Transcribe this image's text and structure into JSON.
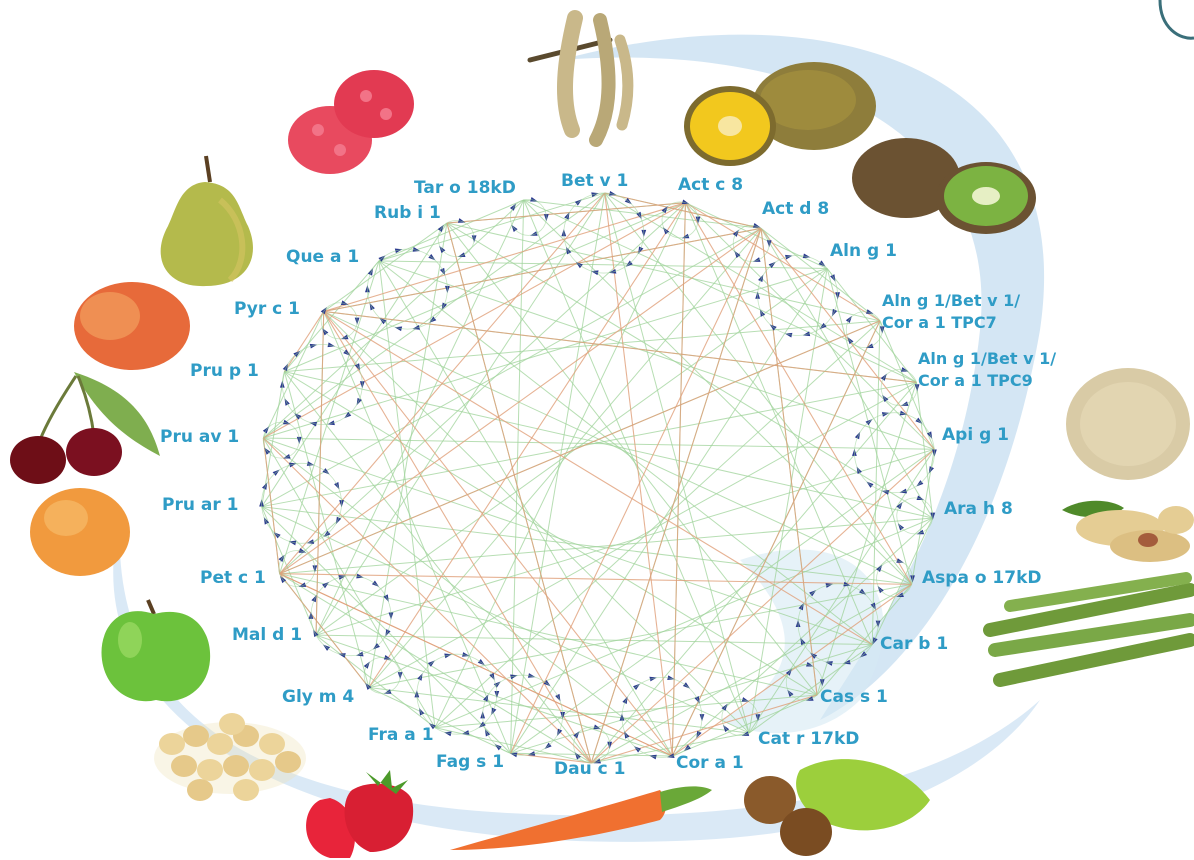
{
  "colors": {
    "label": "#2f9cc6",
    "edge_green": "#9fd39a",
    "edge_red": "#e0a07a",
    "arrow": "#2b3a8f",
    "swoosh": "#cfe3f3"
  },
  "nodes": [
    {
      "id": "bet-v-1",
      "label": "Bet v 1"
    },
    {
      "id": "act-c-8",
      "label": "Act c 8"
    },
    {
      "id": "act-d-8",
      "label": "Act d 8"
    },
    {
      "id": "aln-g-1",
      "label": "Aln g 1"
    },
    {
      "id": "aln-tpc7",
      "label": "Aln g 1/Bet v 1/\nCor a 1 TPC7"
    },
    {
      "id": "aln-tpc9",
      "label": "Aln g 1/Bet v 1/\nCor a 1 TPC9"
    },
    {
      "id": "api-g-1",
      "label": "Api g 1"
    },
    {
      "id": "ara-h-8",
      "label": "Ara h 8"
    },
    {
      "id": "aspa-o-17kd",
      "label": "Aspa o 17kD"
    },
    {
      "id": "car-b-1",
      "label": "Car b 1"
    },
    {
      "id": "cas-s-1",
      "label": "Cas s 1"
    },
    {
      "id": "cat-r-17kd",
      "label": "Cat r 17kD"
    },
    {
      "id": "cor-a-1",
      "label": "Cor a 1"
    },
    {
      "id": "dau-c-1",
      "label": "Dau c 1"
    },
    {
      "id": "fag-s-1",
      "label": "Fag s 1"
    },
    {
      "id": "fra-a-1",
      "label": "Fra a 1"
    },
    {
      "id": "gly-m-4",
      "label": "Gly m 4"
    },
    {
      "id": "mal-d-1",
      "label": "Mal d 1"
    },
    {
      "id": "pet-c-1",
      "label": "Pet c 1"
    },
    {
      "id": "pru-ar-1",
      "label": "Pru ar 1"
    },
    {
      "id": "pru-av-1",
      "label": "Pru av 1"
    },
    {
      "id": "pru-p-1",
      "label": "Pru p 1"
    },
    {
      "id": "pyr-c-1",
      "label": "Pyr c 1"
    },
    {
      "id": "que-a-1",
      "label": "Que a 1"
    },
    {
      "id": "rub-i-1",
      "label": "Rub i 1"
    },
    {
      "id": "tar-o-18kd",
      "label": "Tar o 18kD"
    }
  ],
  "pictures": [
    {
      "id": "birch-catkins",
      "icon": "birch-catkin-icon"
    },
    {
      "id": "golden-kiwi",
      "icon": "golden-kiwi-icon"
    },
    {
      "id": "green-kiwi",
      "icon": "green-kiwi-icon"
    },
    {
      "id": "raspberry",
      "icon": "raspberry-icon"
    },
    {
      "id": "pear",
      "icon": "pear-icon"
    },
    {
      "id": "peach",
      "icon": "peach-icon"
    },
    {
      "id": "cherries",
      "icon": "cherry-icon"
    },
    {
      "id": "apricot",
      "icon": "apricot-icon"
    },
    {
      "id": "apple",
      "icon": "apple-icon"
    },
    {
      "id": "soybeans",
      "icon": "soybean-icon"
    },
    {
      "id": "strawberry",
      "icon": "strawberry-icon"
    },
    {
      "id": "carrot",
      "icon": "carrot-icon"
    },
    {
      "id": "hazelnuts",
      "icon": "hazelnut-icon"
    },
    {
      "id": "asparagus",
      "icon": "asparagus-icon"
    },
    {
      "id": "peanuts",
      "icon": "peanut-icon"
    },
    {
      "id": "celery-root",
      "icon": "celery-root-icon"
    }
  ]
}
